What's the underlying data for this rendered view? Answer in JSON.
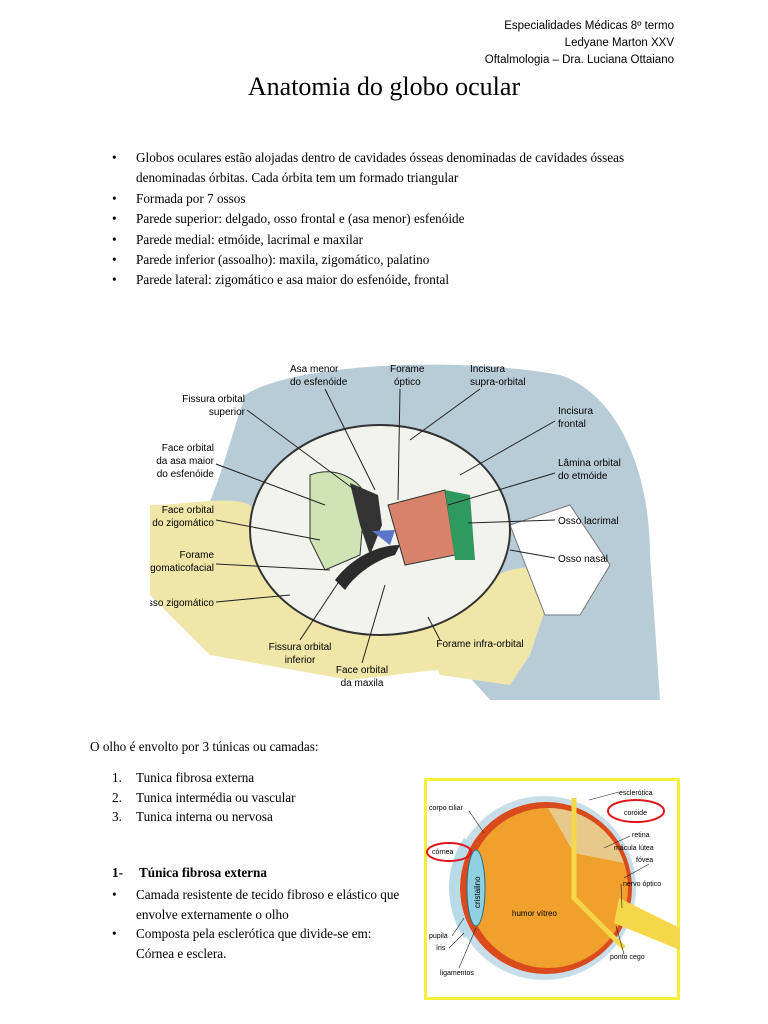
{
  "header": {
    "line1": "Especialidades Médicas 8º termo",
    "line2": "Ledyane Marton XXV",
    "line3": "Oftalmologia – Dra. Luciana Ottaiano"
  },
  "title": "Anatomia do globo ocular",
  "bullets": [
    "Globos oculares estão alojadas dentro de cavidades ósseas denominadas de cavidades ósseas denominadas órbitas. Cada órbita tem um formado triangular",
    "Formada por 7 ossos",
    "Parede superior: delgado, osso frontal e (asa menor) esfenóide",
    "Parede medial: etmóide, lacrimal e maxilar",
    "Parede inferior (assoalho): maxila, zigomático, palatino",
    "Parede lateral: zigomático e asa maior do esfenóide, frontal"
  ],
  "figure1": {
    "labels": {
      "asa_menor_1": "Asa menor",
      "asa_menor_2": "do esfenóide",
      "forame_optico_1": "Forame",
      "forame_optico_2": "óptico",
      "incisura_supra_1": "Incisura",
      "incisura_supra_2": "supra-orbital",
      "fissura_sup_1": "Fissura orbital",
      "fissura_sup_2": "superior",
      "incisura_frontal_1": "Incisura",
      "incisura_frontal_2": "frontal",
      "face_asa_1": "Face orbital",
      "face_asa_2": "da asa maior",
      "face_asa_3": "do esfenóide",
      "lamina_1": "Lâmina orbital",
      "lamina_2": "do etmóide",
      "face_zig_1": "Face orbital",
      "face_zig_2": "do zigomático",
      "osso_lacrimal": "Osso lacrimal",
      "forame_zig_1": "Forame",
      "forame_zig_2": "zigomaticofacial",
      "osso_nasal": "Osso nasal",
      "osso_zigomatico": "Osso zigomático",
      "fissura_inf_1": "Fissura orbital",
      "fissura_inf_2": "inferior",
      "forame_infra": "Forame infra-orbital",
      "face_maxila_1": "Face orbital",
      "face_maxila_2": "da maxila"
    }
  },
  "intro": "O olho é envolto por 3 túnicas ou camadas:",
  "tunicas": [
    {
      "num": "1.",
      "text": "Tunica fibrosa externa"
    },
    {
      "num": "2.",
      "text": "Tunica intermédia ou vascular"
    },
    {
      "num": "3.",
      "text": "Tunica interna ou nervosa"
    }
  ],
  "section1": {
    "num": "1-",
    "title": "Túnica fibrosa externa",
    "bullets": [
      "Camada resistente de tecido fibroso e elástico que envolve externamente o olho",
      "Composta pela esclerótica que divide-se em: Córnea e esclera."
    ]
  },
  "figure2": {
    "labels": {
      "esclerotica": "esclerótica",
      "corpo_ciliar": "corpo ciliar",
      "coroide": "coróide",
      "retina": "retina",
      "cornea": "córnea",
      "macula": "mácula lútea",
      "fovea": "fóvea",
      "cristalino": "cristalino",
      "nervo_optico": "nervo óptico",
      "humor_vitreo": "humor vítreo",
      "pupila": "pupila",
      "iris": "íris",
      "ponto_cego": "ponto cego",
      "ligamentos": "ligamentos"
    },
    "colors": {
      "frame": "#f5ef3a",
      "highlight": "#e0151b"
    }
  }
}
